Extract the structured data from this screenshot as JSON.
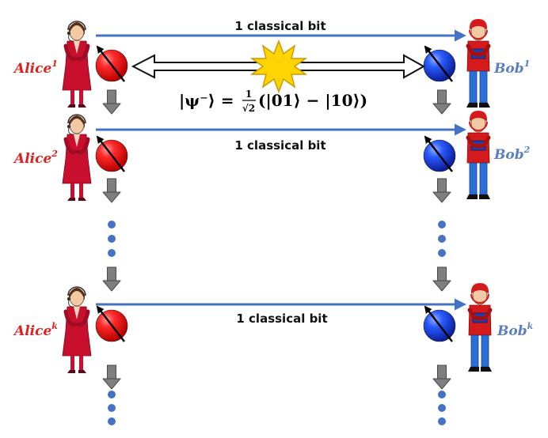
{
  "colors": {
    "channel": "#4472c4",
    "alice_label": "#e0201c",
    "bob_label": "#5b7fc0",
    "alice_qubit": "#e8151b",
    "bob_qubit": "#1b46d8",
    "down_arrow": "#7f7f7f",
    "dot": "#4472c4",
    "burst": "#ffd400"
  },
  "rounds": [
    {
      "alice_base": "Alice",
      "alice_sup": "1",
      "bob_base": "Bob",
      "bob_sup": "1",
      "channel_label": "1 classical bit"
    },
    {
      "alice_base": "Alice",
      "alice_sup": "2",
      "bob_base": "Bob",
      "bob_sup": "2",
      "channel_label": "1 classical bit"
    },
    {
      "alice_base": "Alice",
      "alice_sup": "k",
      "bob_base": "Bob",
      "bob_sup": "k",
      "channel_label": "1 classical bit"
    }
  ],
  "entangled_state": {
    "lhs": "|ψ⁻⟩ =",
    "frac_num": "1",
    "frac_den": "√2",
    "rhs": "(|01⟩ − |10⟩)"
  },
  "icons": {
    "alice": "alice-figure-icon",
    "bob": "bob-figure-icon",
    "qubit": "qubit-sphere-icon",
    "burst": "entanglement-burst-icon"
  }
}
